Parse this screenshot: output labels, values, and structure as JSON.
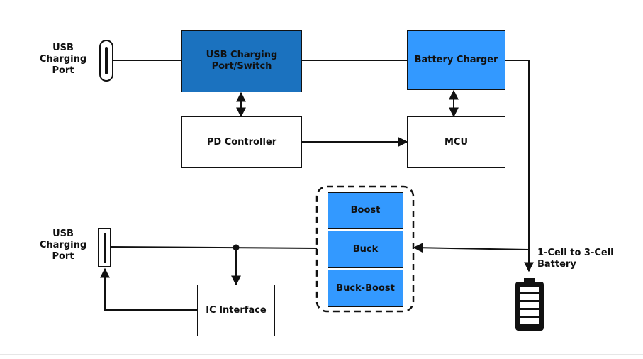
{
  "blocks": {
    "usb_switch": "USB Charging Port/Switch",
    "battery_charger": "Battery Charger",
    "pd_controller": "PD Controller",
    "mcu": "MCU",
    "boost": "Boost",
    "buck": "Buck",
    "buck_boost": "Buck-Boost",
    "ic_interface": "IC Interface"
  },
  "labels": {
    "usb_port_top": "USB Charging Port",
    "usb_port_bottom": "USB Charging Port",
    "battery": "1-Cell to 3-Cell Battery"
  },
  "colors": {
    "dark_blue": "#1b72bf",
    "light_blue": "#3399ff",
    "line": "#111111"
  }
}
